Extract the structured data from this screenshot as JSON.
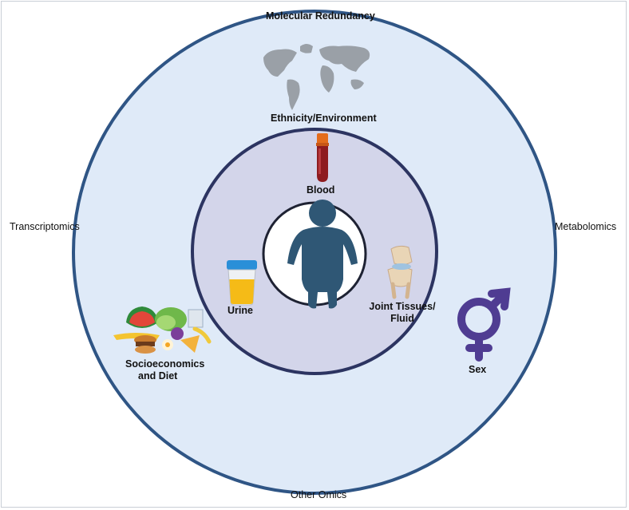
{
  "outer_labels": {
    "top": "Molecular Redundancy",
    "left": "Transcriptomics",
    "right": "Metabolomics",
    "bottom": "Other Omics"
  },
  "middle_ring": {
    "ethnicity": "Ethnicity/Environment",
    "diet_line1": "Socioeconomics",
    "diet_line2": "and Diet",
    "sex": "Sex"
  },
  "inner_ring": {
    "blood": "Blood",
    "urine": "Urine",
    "joint_line1": "Joint Tissues/",
    "joint_line2": "Fluid"
  },
  "colors": {
    "outer_fill": "#dfeaf8",
    "outer_stroke": "#2f5585",
    "inner_fill": "#d3d5ea",
    "inner_stroke": "#2c3461",
    "person": "#2f5775",
    "sex_symbol": "#4f3c92"
  },
  "icons": [
    "world-map-icon",
    "blood-tube-icon",
    "urine-cup-icon",
    "knee-joint-icon",
    "food-icon",
    "sex-symbol-icon",
    "person-icon"
  ]
}
